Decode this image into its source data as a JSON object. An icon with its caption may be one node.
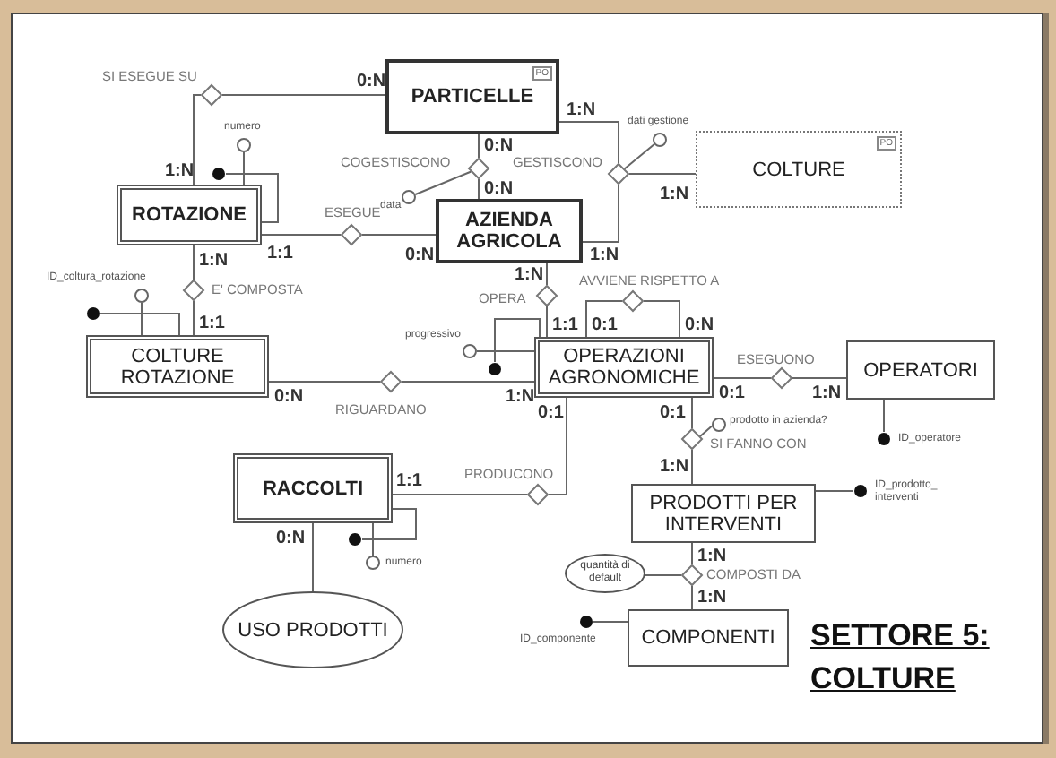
{
  "diagram": {
    "title": "SETTORE 5: COLTURE",
    "nodes": [
      {
        "text": [
          "PARTICELLE",
          "PO"
        ]
      },
      {
        "text": [
          "COLTURE",
          "PO"
        ]
      },
      {
        "text": [
          "ROTAZIONE"
        ]
      },
      {
        "text": [
          "AZIENDA AGRICOLA"
        ]
      },
      {
        "text": [
          "COLTURE ROTAZIONE"
        ]
      },
      {
        "text": [
          "OPERAZIONI AGRONOMICHE"
        ]
      },
      {
        "text": [
          "OPERATORI"
        ]
      },
      {
        "text": [
          "RACCOLTI"
        ]
      },
      {
        "text": [
          "PRODOTTI PER INTERVENTI"
        ]
      },
      {
        "text": [
          "COMPONENTI"
        ]
      },
      {
        "text": [
          "USO PRODOTTI"
        ]
      },
      {
        "text": [],
        "shape": "diamond",
        "beside": [
          "SI ESEGUE SU"
        ]
      },
      {
        "text": [],
        "shape": "diamond",
        "beside": [
          "COGESTISCONO"
        ]
      },
      {
        "text": [],
        "shape": "diamond",
        "beside": [
          "GESTISCONO"
        ]
      },
      {
        "text": [],
        "shape": "diamond",
        "beside": [
          "ESEGUE"
        ]
      },
      {
        "text": [],
        "shape": "diamond",
        "beside": [
          "E' COMPOSTA"
        ]
      },
      {
        "text": [],
        "shape": "diamond",
        "beside": [
          "RIGUARDANO"
        ]
      },
      {
        "text": [],
        "shape": "diamond",
        "beside": [
          "OPERA"
        ]
      },
      {
        "text": [],
        "shape": "diamond",
        "beside": [
          "AVVIENE RISPETTO A"
        ]
      },
      {
        "text": [],
        "shape": "diamond",
        "beside": [
          "ESEGUONO"
        ]
      },
      {
        "text": [],
        "shape": "diamond",
        "beside": [
          "SI FANNO CON"
        ]
      },
      {
        "text": [],
        "shape": "diamond",
        "beside": [
          "PRODUCONO"
        ]
      },
      {
        "text": [],
        "shape": "diamond",
        "beside": [
          "COMPOSTI DA"
        ]
      },
      {
        "text": [],
        "shape": "circle",
        "beside": [
          "numero"
        ]
      },
      {
        "text": [],
        "shape": "dot"
      },
      {
        "text": [],
        "shape": "circle",
        "beside": [
          "data"
        ]
      },
      {
        "text": [],
        "shape": "circle",
        "beside": [
          "dati gestione"
        ]
      },
      {
        "text": [],
        "shape": "circle",
        "beside": [
          "ID_coltura_rotazione"
        ]
      },
      {
        "text": [],
        "shape": "dot"
      },
      {
        "text": [],
        "shape": "circle",
        "beside": [
          "progressivo"
        ]
      },
      {
        "text": [],
        "shape": "dot"
      },
      {
        "text": [],
        "shape": "dot",
        "beside": [
          "ID_operatore"
        ]
      },
      {
        "text": [],
        "shape": "circle",
        "beside": [
          "prodotto in azienda?"
        ]
      },
      {
        "text": [],
        "shape": "dot"
      },
      {
        "text": [],
        "shape": "circle",
        "beside": [
          "numero"
        ]
      },
      {
        "text": [],
        "shape": "dot",
        "beside": [
          "ID_prodotto_ interventi"
        ]
      },
      {
        "text": [
          "quantità di default"
        ]
      },
      {
        "text": [],
        "shape": "dot",
        "beside": [
          "ID_componente"
        ]
      }
    ],
    "edges": [
      {
        "from": 2,
        "to": 11,
        "arrow": "none",
        "label": "1:N"
      },
      {
        "from": 11,
        "to": 0,
        "arrow": "none",
        "label": "0:N"
      },
      {
        "from": 0,
        "to": 12,
        "arrow": "none",
        "label": "0:N"
      },
      {
        "from": 12,
        "to": 3,
        "arrow": "none",
        "label": "0:N"
      },
      {
        "from": 0,
        "to": 13,
        "arrow": "none",
        "label": "1:N"
      },
      {
        "from": 3,
        "to": 13,
        "arrow": "none",
        "label": "1:N"
      },
      {
        "from": 13,
        "to": 1,
        "arrow": "none",
        "label": "1:N"
      },
      {
        "from": 2,
        "to": 14,
        "arrow": "none",
        "label": "1:1"
      },
      {
        "from": 14,
        "to": 3,
        "arrow": "none",
        "label": "0:N"
      },
      {
        "from": 2,
        "to": 15,
        "arrow": "none",
        "label": "1:N"
      },
      {
        "from": 15,
        "to": 4,
        "arrow": "none",
        "label": "1:1"
      },
      {
        "from": 4,
        "to": 16,
        "arrow": "none",
        "label": "0:N"
      },
      {
        "from": 16,
        "to": 5,
        "arrow": "none",
        "label": "1:N"
      },
      {
        "from": 3,
        "to": 17,
        "arrow": "none",
        "label": "1:N"
      },
      {
        "from": 17,
        "to": 5,
        "arrow": "none",
        "label": "1:1"
      },
      {
        "from": 5,
        "to": 18,
        "arrow": "none",
        "label": "0:1"
      },
      {
        "from": 18,
        "to": 5,
        "arrow": "none",
        "label": "0:N"
      },
      {
        "from": 5,
        "to": 19,
        "arrow": "none",
        "label": "0:1"
      },
      {
        "from": 19,
        "to": 6,
        "arrow": "none",
        "label": "1:N"
      },
      {
        "from": 5,
        "to": 20,
        "arrow": "none",
        "label": "0:1"
      },
      {
        "from": 20,
        "to": 8,
        "arrow": "none",
        "label": "1:N"
      },
      {
        "from": 5,
        "to": 21,
        "arrow": "none",
        "label": "0:1"
      },
      {
        "from": 21,
        "to": 7,
        "arrow": "none",
        "label": "1:1"
      },
      {
        "from": 7,
        "to": 10,
        "arrow": "none",
        "label": "0:N"
      },
      {
        "from": 8,
        "to": 22,
        "arrow": "none",
        "label": "1:N"
      },
      {
        "from": 22,
        "to": 9,
        "arrow": "none",
        "label": "1:N"
      },
      {
        "from": 23,
        "to": 2,
        "arrow": "none"
      },
      {
        "from": 24,
        "to": 2,
        "arrow": "none"
      },
      {
        "from": 25,
        "to": 12,
        "arrow": "none"
      },
      {
        "from": 26,
        "to": 13,
        "arrow": "none"
      },
      {
        "from": 27,
        "to": 4,
        "arrow": "none"
      },
      {
        "from": 28,
        "to": 4,
        "arrow": "none"
      },
      {
        "from": 29,
        "to": 5,
        "arrow": "none"
      },
      {
        "from": 30,
        "to": 5,
        "arrow": "none"
      },
      {
        "from": 31,
        "to": 6,
        "arrow": "none"
      },
      {
        "from": 32,
        "to": 20,
        "arrow": "none"
      },
      {
        "from": 33,
        "to": 7,
        "arrow": "none"
      },
      {
        "from": 34,
        "to": 7,
        "arrow": "none"
      },
      {
        "from": 35,
        "to": 8,
        "arrow": "none"
      },
      {
        "from": 36,
        "to": 22,
        "arrow": "none"
      },
      {
        "from": 37,
        "to": 9,
        "arrow": "none"
      }
    ]
  }
}
